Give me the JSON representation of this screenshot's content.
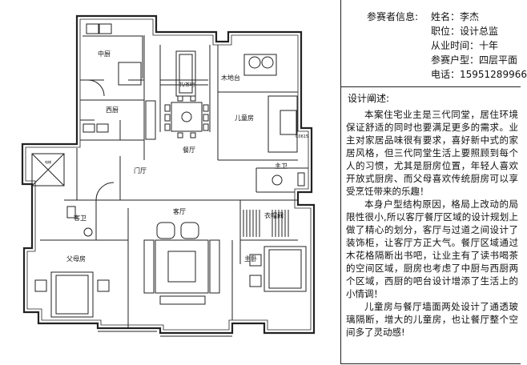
{
  "info": {
    "label": "参赛者信息:",
    "name": "姓名：李杰",
    "position": "职位：设计总监",
    "experience": "从业时间：十年",
    "unit_type": "参赛户型：四层平面",
    "phone": "电话：15951289966"
  },
  "description": {
    "heading": "设计阐述:",
    "paragraphs": [
      "本案住宅业主是三代同堂，居住环境保证舒适的同时也要满足更多的需求。业主对家居品味很有要求，喜好新中式的家居风格，但三代同堂生活上要照顾到每个人的习惯，尤其是厨房位置，年轻人喜欢开放式厨房、而父母喜欢传统厨房可以享受烹饪带来的乐趣！",
      "本身户型结构原因，格局上改动的局限性很小,所以客厅餐厅区域的设计规划上做了精心的划分，客厅与过道之间设计了装饰柜，让客厅方正大气。餐厅区域通过木花格隔断出书吧，让业主有了读书喝茶的空间区域，厨房也考虑了中厨与西厨两个区域，西厨的吧台设计增添了生活上的小情调！",
      "儿童房与餐厅墙面两处设计了通透玻璃隔断，增大的儿童房，也让餐厅整个空间多了灵动感!"
    ]
  },
  "plan_labels": {
    "chinese_kitchen": "中厨",
    "western_kitchen": "西厨",
    "study_bar": "书/茶吧",
    "wood_terrace": "木地台",
    "kids_room": "儿童房",
    "code": "C0615",
    "dining": "餐厅",
    "elevator": "电梯",
    "foyer": "门厅",
    "master_bath": "主卫",
    "living": "客厅",
    "closet": "衣帽间",
    "guest_bath": "客卫",
    "parents_room": "父母房",
    "master_bed": "主卧"
  }
}
